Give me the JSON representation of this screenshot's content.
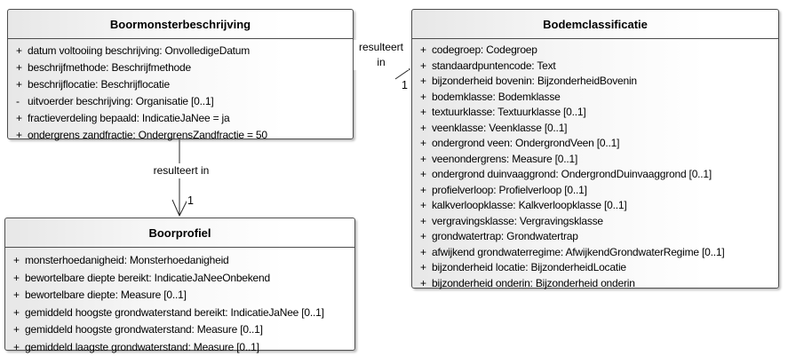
{
  "diagram": {
    "kind": "uml-class-diagram",
    "colors": {
      "background": "#ffffff",
      "box_border": "#4d4d4d",
      "box_fill_left": "#e7e7e7",
      "box_fill_right": "#ffffff",
      "line": "#262626",
      "text": "#000000"
    },
    "classes": [
      {
        "title": "Boormonsterbeschrijving",
        "attributes": [
          {
            "vis": "+",
            "text": "datum voltooiing beschrijving: OnvolledigeDatum"
          },
          {
            "vis": "+",
            "text": "beschrijfmethode: Beschrijfmethode"
          },
          {
            "vis": "+",
            "text": "beschrijflocatie: Beschrijflocatie"
          },
          {
            "vis": "-",
            "text": "uitvoerder beschrijving: Organisatie [0..1]"
          },
          {
            "vis": "+",
            "text": "fractieverdeling bepaald: IndicatieJaNee = ja"
          },
          {
            "vis": "+",
            "text": "ondergrens zandfractie: OndergrensZandfractie = 50"
          }
        ]
      },
      {
        "title": "Bodemclassificatie",
        "attributes": [
          {
            "vis": "+",
            "text": "codegroep: Codegroep"
          },
          {
            "vis": "+",
            "text": "standaardpuntencode: Text"
          },
          {
            "vis": "+",
            "text": "bijzonderheid bovenin: BijzonderheidBovenin"
          },
          {
            "vis": "+",
            "text": "bodemklasse: Bodemklasse"
          },
          {
            "vis": "+",
            "text": "textuurklasse: Textuurklasse [0..1]"
          },
          {
            "vis": "+",
            "text": "veenklasse: Veenklasse [0..1]"
          },
          {
            "vis": "+",
            "text": "ondergrond veen: OndergrondVeen [0..1]"
          },
          {
            "vis": "+",
            "text": "veenondergrens: Measure [0..1]"
          },
          {
            "vis": "+",
            "text": "ondergrond duinvaaggrond: OndergrondDuinvaaggrond [0..1]"
          },
          {
            "vis": "+",
            "text": "profielverloop: Profielverloop [0..1]"
          },
          {
            "vis": "+",
            "text": "kalkverloopklasse: Kalkverloopklasse [0..1]"
          },
          {
            "vis": "+",
            "text": "vergravingsklasse: Vergravingsklasse"
          },
          {
            "vis": "+",
            "text": "grondwatertrap: Grondwatertrap"
          },
          {
            "vis": "+",
            "text": "afwijkend grondwaterregime: AfwijkendGrondwaterRegime [0..1]"
          },
          {
            "vis": "+",
            "text": "bijzonderheid locatie: BijzonderheidLocatie"
          },
          {
            "vis": "+",
            "text": "bijzonderheid onderin: Bijzonderheid onderin"
          }
        ]
      },
      {
        "title": "Boorprofiel",
        "attributes": [
          {
            "vis": "+",
            "text": "monsterhoedanigheid: Monsterhoedanigheid"
          },
          {
            "vis": "+",
            "text": "bewortelbare diepte bereikt: IndicatieJaNeeOnbekend"
          },
          {
            "vis": "+",
            "text": "bewortelbare diepte: Measure [0..1]"
          },
          {
            "vis": "+",
            "text": "gemiddeld hoogste grondwaterstand bereikt: IndicatieJaNee [0..1]"
          },
          {
            "vis": "+",
            "text": "gemiddeld hoogste grondwaterstand: Measure [0..1]"
          },
          {
            "vis": "+",
            "text": "gemiddeld laagste grondwaterstand: Measure [0..1]"
          }
        ]
      }
    ],
    "connectors": [
      {
        "name": "resulteert in",
        "label_line1": "resulteert",
        "label_line2": "in",
        "target_multiplicity": "1",
        "from": "Boormonsterbeschrijving",
        "to": "Bodemclassificatie"
      },
      {
        "name": "resulteert in",
        "label": "resulteert in",
        "target_multiplicity": "1",
        "from": "Boormonsterbeschrijving",
        "to": "Boorprofiel"
      }
    ]
  }
}
